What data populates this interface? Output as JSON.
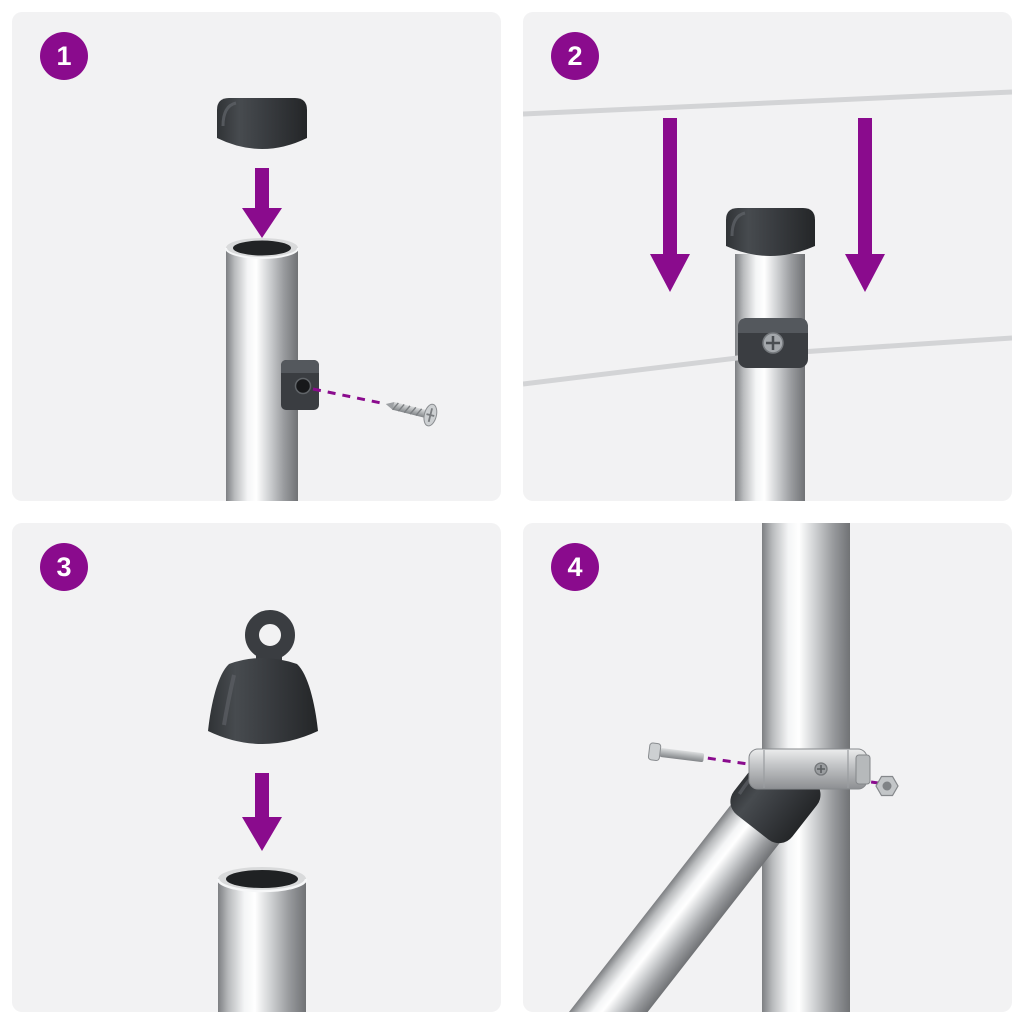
{
  "diagram": {
    "accent_color": "#8a0b8d",
    "panel_background": "#f2f2f3",
    "page_background": "#ffffff",
    "steps": [
      {
        "number": "1"
      },
      {
        "number": "2"
      },
      {
        "number": "3"
      },
      {
        "number": "4"
      }
    ]
  }
}
